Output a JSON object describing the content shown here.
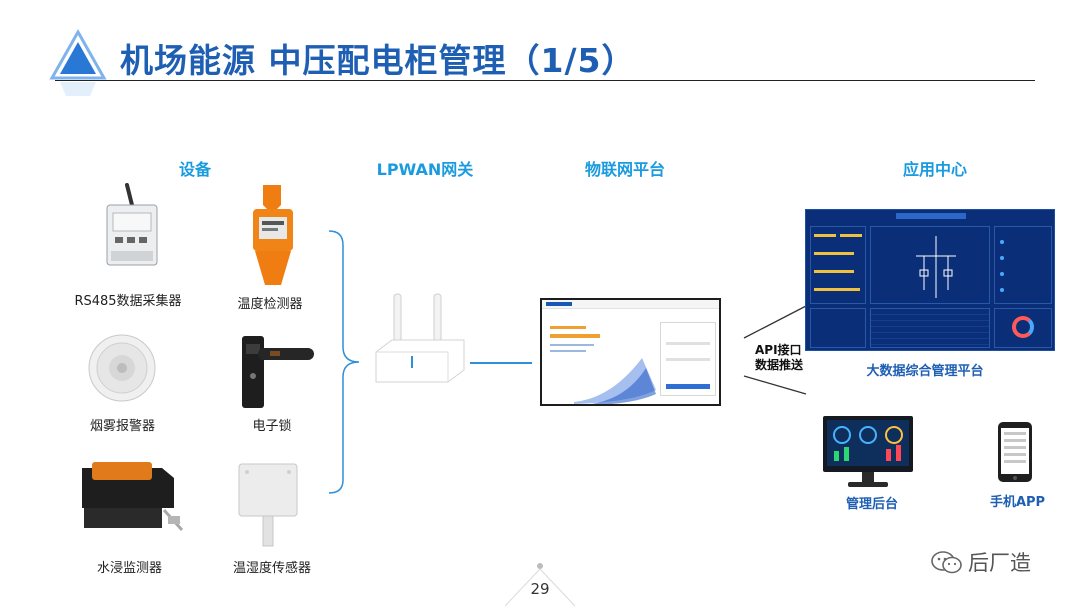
{
  "header": {
    "title": "机场能源 中压配电柜管理（1/5）"
  },
  "columns": {
    "devices": "设备",
    "gateway": "LPWAN网关",
    "iot_platform": "物联网平台",
    "app_center": "应用中心"
  },
  "devices": [
    {
      "label": "RS485数据采集器",
      "icon": "data-collector-icon"
    },
    {
      "label": "温度检测器",
      "icon": "temperature-sensor-icon"
    },
    {
      "label": "烟雾报警器",
      "icon": "smoke-alarm-icon"
    },
    {
      "label": "电子锁",
      "icon": "electronic-lock-icon"
    },
    {
      "label": "水浸监测器",
      "icon": "water-leak-sensor-icon"
    },
    {
      "label": "温湿度传感器",
      "icon": "humidity-sensor-icon"
    }
  ],
  "connection": {
    "label_line1": "API接口",
    "label_line2": "数据推送"
  },
  "applications": {
    "big_data": "大数据综合管理平台",
    "backend": "管理后台",
    "mobile": "手机APP"
  },
  "footer": {
    "page_number": "29",
    "brand": "后厂造"
  },
  "colors": {
    "title": "#1e5fb4",
    "column_head": "#1a9be0",
    "connector": "#2f8fd8"
  }
}
